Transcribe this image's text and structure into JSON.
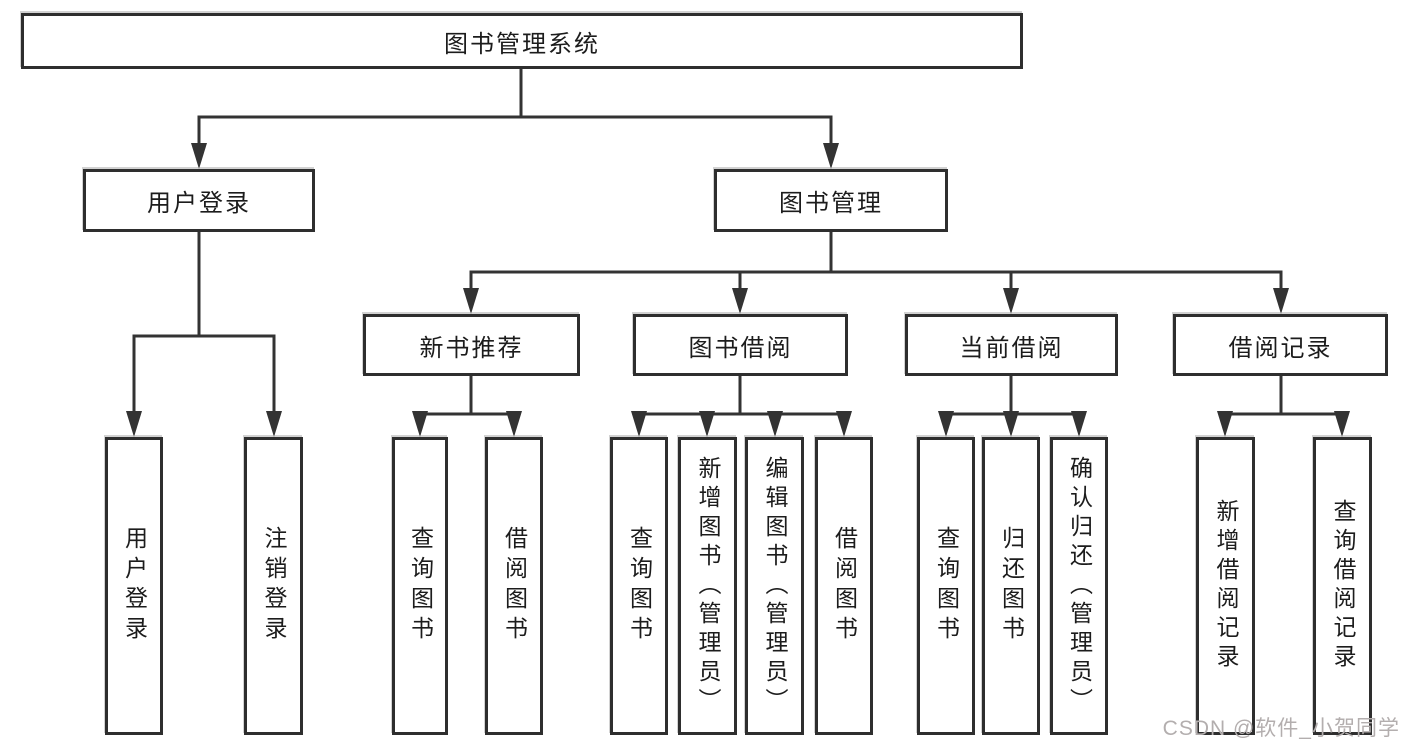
{
  "diagram": {
    "title_note": "functional structure tree",
    "nodes": {
      "root": "图书管理系统",
      "user_login": "用户登录",
      "book_mgmt": "图书管理",
      "new_book_rec": "新书推荐",
      "book_borrow": "图书借阅",
      "current_borrow": "当前借阅",
      "borrow_record": "借阅记录",
      "leaves": [
        "用户登录",
        "注销登录",
        "查询图书",
        "借阅图书",
        "查询图书",
        "新增图书（管理员）",
        "编辑图书（管理员）",
        "借阅图书",
        "查询图书",
        "归还图书",
        "确认归还（管理员）",
        "新增借阅记录",
        "查询借阅记录"
      ]
    },
    "colors": {
      "line": "#333333",
      "border": "#2e2e2e",
      "text": "#1c1c1c",
      "watermark": "#b3aeae",
      "background": "#ffffff"
    }
  },
  "watermark": {
    "text": "CSDN @软件_小贺同学"
  }
}
